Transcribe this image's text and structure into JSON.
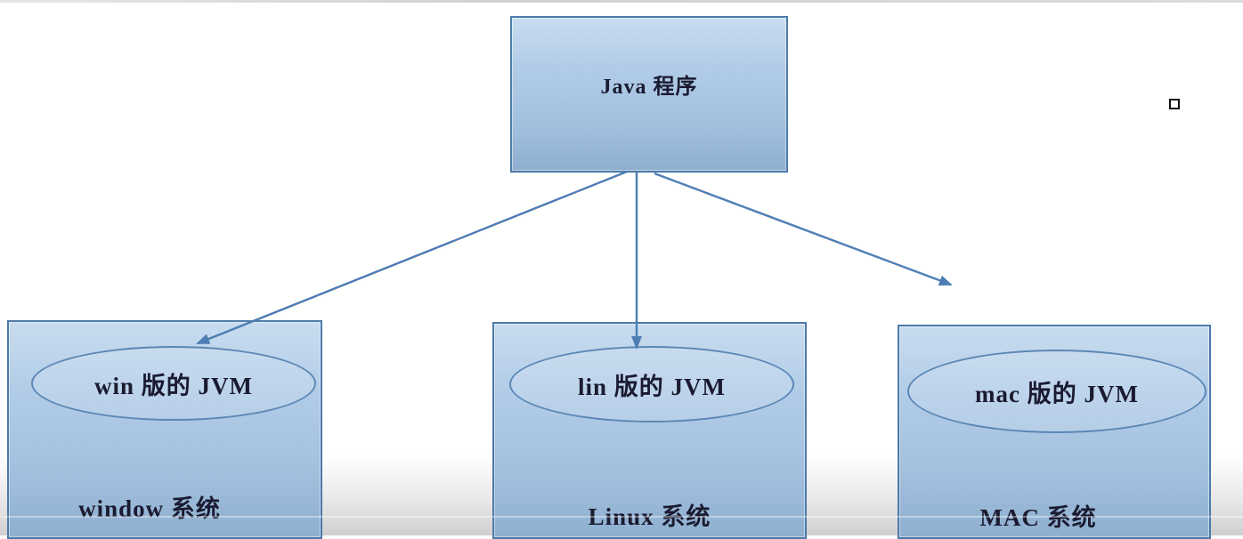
{
  "diagram": {
    "title_box": {
      "label": "Java 程序"
    },
    "platforms": [
      {
        "jvm_label": "win 版的 JVM",
        "os_label": "window 系统"
      },
      {
        "jvm_label": "lin 版的 JVM",
        "os_label": "Linux 系统"
      },
      {
        "jvm_label": "mac 版的 JVM",
        "os_label": "MAC 系统"
      }
    ],
    "colors": {
      "box_fill_top": "#c8dcef",
      "box_fill_bottom": "#8fafd0",
      "box_border": "#4d7aa9",
      "ellipse_stroke": "#5b87b5",
      "arrow": "#4d7db3",
      "text": "#1a1a30"
    }
  }
}
